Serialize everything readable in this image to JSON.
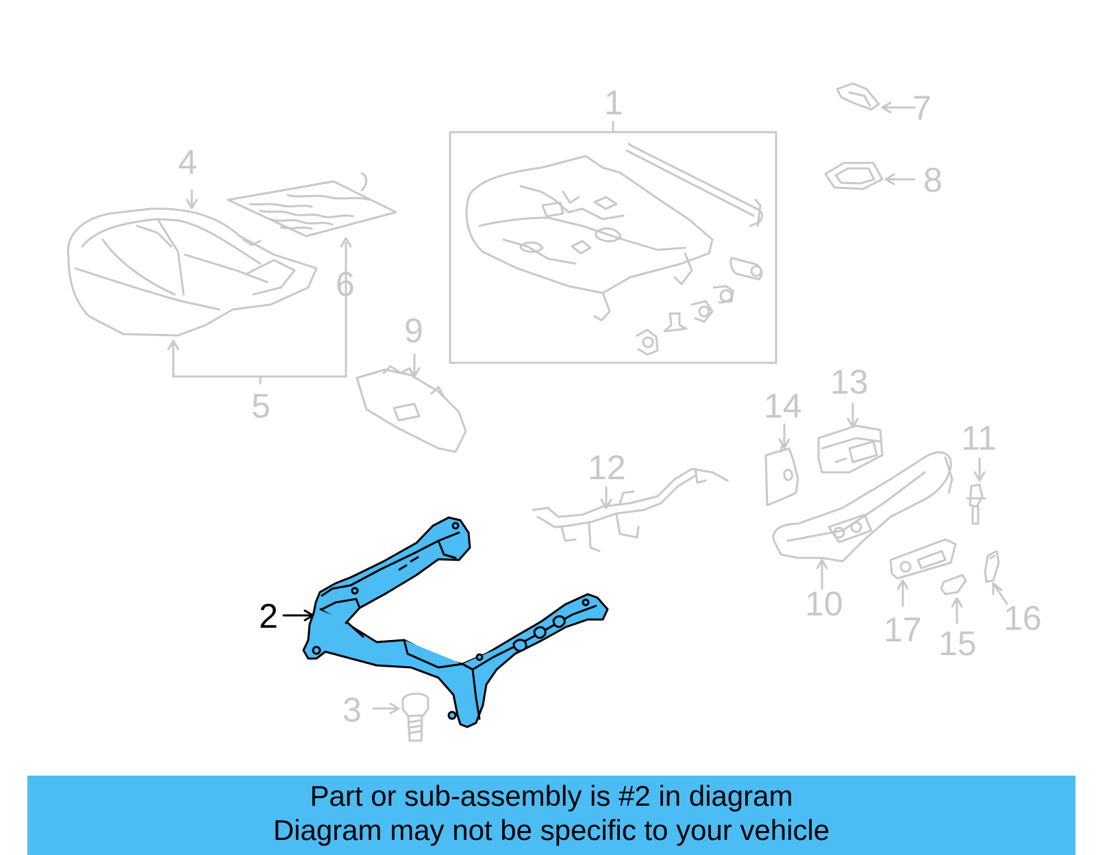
{
  "diagram": {
    "colors": {
      "line": "#c8c8c8",
      "highlight_fill": "#4cbcf4",
      "highlight_stroke": "#000000",
      "banner_bg": "#4cbcf4"
    },
    "highlighted_part": "2",
    "callouts": [
      {
        "id": "1",
        "label": "1"
      },
      {
        "id": "2",
        "label": "2"
      },
      {
        "id": "3",
        "label": "3"
      },
      {
        "id": "4",
        "label": "4"
      },
      {
        "id": "5",
        "label": "5"
      },
      {
        "id": "6",
        "label": "6"
      },
      {
        "id": "7",
        "label": "7"
      },
      {
        "id": "8",
        "label": "8"
      },
      {
        "id": "9",
        "label": "9"
      },
      {
        "id": "10",
        "label": "10"
      },
      {
        "id": "11",
        "label": "11"
      },
      {
        "id": "12",
        "label": "12"
      },
      {
        "id": "13",
        "label": "13"
      },
      {
        "id": "14",
        "label": "14"
      },
      {
        "id": "15",
        "label": "15"
      },
      {
        "id": "16",
        "label": "16"
      },
      {
        "id": "17",
        "label": "17"
      }
    ]
  },
  "banner": {
    "line1": "Part or sub-assembly is #2 in diagram",
    "line2": "Diagram may not be specific to your vehicle"
  }
}
